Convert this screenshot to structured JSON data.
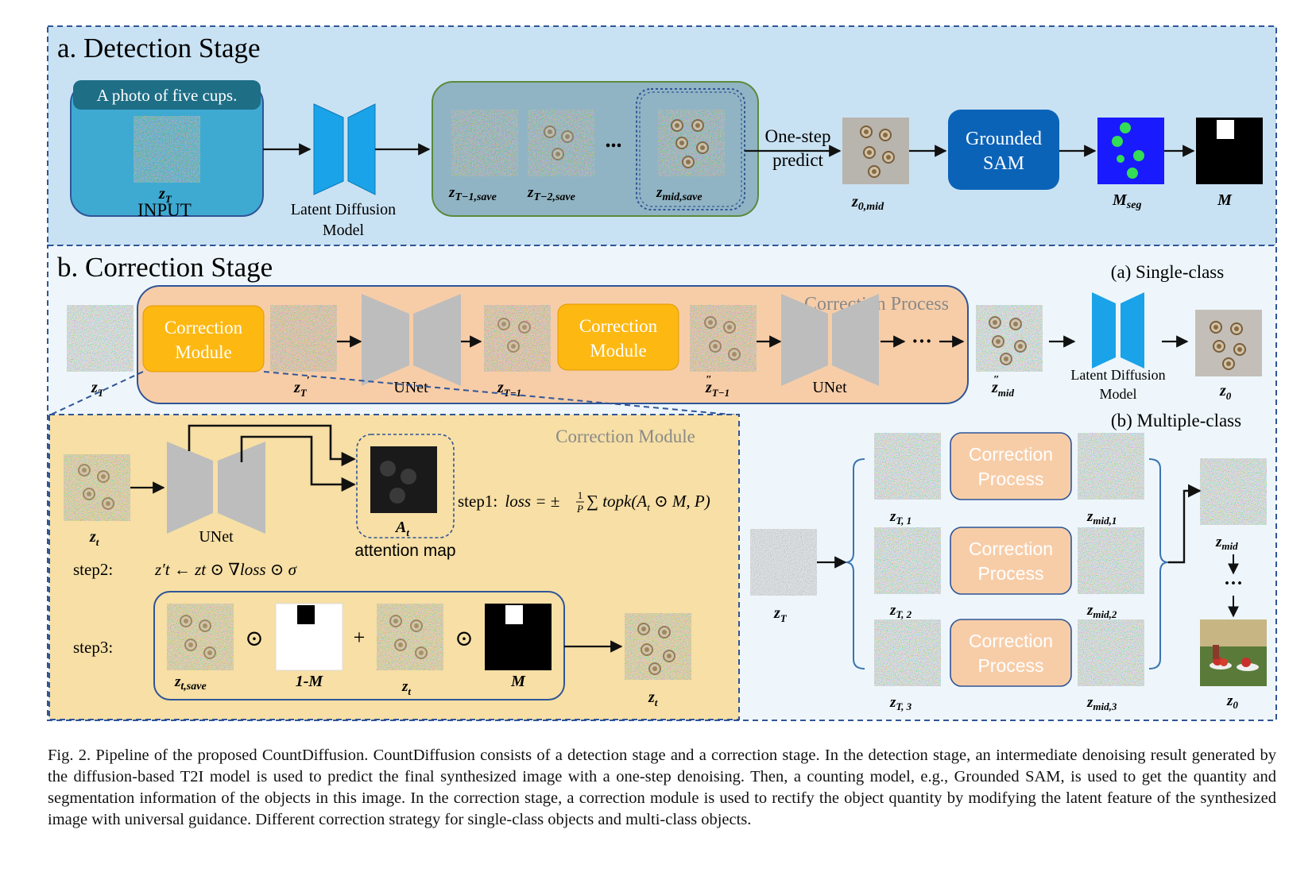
{
  "detection": {
    "title": "a. Detection Stage",
    "prompt": "A photo of five cups.",
    "zT": "z",
    "zT_sub": "T",
    "input_label": "INPUT",
    "ldm_label_1": "Latent Diffusion",
    "ldm_label_2": "Model",
    "save1": "z",
    "save1_sub": "T−1,save",
    "save2": "z",
    "save2_sub": "T−2,save",
    "ellipsis": "...",
    "save3": "z",
    "save3_sub": "mid,save",
    "onestep_1": "One-step",
    "onestep_2": "predict",
    "z0mid": "z",
    "z0mid_sub": "0,mid",
    "gsam_1": "Grounded",
    "gsam_2": "SAM",
    "mseg": "M",
    "mseg_sub": "seg",
    "m": "M"
  },
  "correction": {
    "title": "b. Correction Stage",
    "single_class": "(a) Single-class",
    "process_title": "Correction Process",
    "module_1": "Correction",
    "module_2": "Module",
    "zT": "z",
    "zT_sub": "T",
    "zT_prime": "z",
    "zT_prime_sup": "′",
    "unet": "UNet",
    "zT1": "z",
    "zT1_sub": "T−1",
    "zT1_pp_sup": "″",
    "zmid": "z",
    "zmid_sub": "mid",
    "zmid_sup": "″",
    "ldm_1": "Latent Diffusion",
    "ldm_2": "Model",
    "z0": "z",
    "z0_sub": "0",
    "dots": "···"
  },
  "module": {
    "title": "Correction Module",
    "zt": "z",
    "zt_sub": "t",
    "unet": "UNet",
    "At": "A",
    "At_sub": "t",
    "attention": "attention map",
    "step1_label": "step1:",
    "step1_formula": "loss = ± ",
    "step1_frac_num": "1",
    "step1_frac_den": "P",
    "step1_rest": "∑ topk(A",
    "step1_rest_sub": "t",
    "step1_end": " ⊙ M, P)",
    "step2_label": "step2:",
    "step2_formula": "z′t ← zt ⊙ ∇loss ⊙ σ",
    "step3_label": "step3:",
    "ztsave": "z",
    "ztsave_sub": "t,save",
    "one_minus_m": "1-M",
    "zt_prime": "z",
    "zt_prime_sub": "t",
    "m": "M",
    "zt_pp": "z",
    "zt_pp_sub": "t",
    "odot": "⊙",
    "plus": "+"
  },
  "multi": {
    "title": "(b) Multiple-class",
    "zT": "z",
    "zT_sub": "T",
    "rows": [
      {
        "in": "z",
        "in_sub": "T, 1",
        "proc_1": "Correction",
        "proc_2": "Process",
        "out": "z",
        "out_sub": "mid,1"
      },
      {
        "in": "z",
        "in_sub": "T, 2",
        "proc_1": "Correction",
        "proc_2": "Process",
        "out": "z",
        "out_sub": "mid,2"
      },
      {
        "in": "z",
        "in_sub": "T, 3",
        "proc_1": "Correction",
        "proc_2": "Process",
        "out": "z",
        "out_sub": "mid,3"
      }
    ],
    "zmid": "z",
    "zmid_sub": "mid",
    "dots": "···",
    "z0": "z",
    "z0_sub": "0"
  },
  "caption": "Fig. 2.  Pipeline of the proposed CountDiffusion. CountDiffusion consists of a detection stage and a correction stage. In the detection stage, an intermediate denoising result generated by the diffusion-based T2I model is used to predict the final synthesized image with a one-step denoising. Then, a counting model, e.g., Grounded SAM, is used to get the quantity and segmentation information of the objects in this image. In the correction stage, a correction module is used to rectify the object quantity by modifying the latent feature of the synthesized image with universal guidance. Different correction strategy for single-class objects and multi-class objects.",
  "colors": {
    "detection_bg": "#c9e2f3",
    "correction_bg": "#eef6fb",
    "module_bg": "#f7dfa5",
    "process_bg": "#f7cda8",
    "module_orange": "#fdb812",
    "unet_gray": "#bdbdbd",
    "ldm_blue": "#1aa3e8",
    "gsam_blue": "#0b63b8",
    "frame_blue": "#2f5597",
    "mask_blue": "#1a1aff"
  }
}
